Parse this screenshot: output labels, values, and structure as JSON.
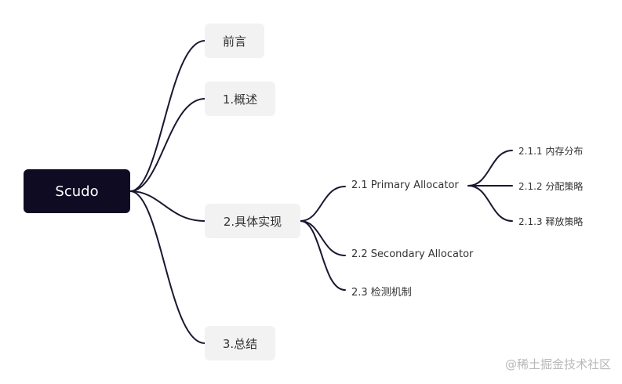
{
  "mindmap": {
    "root": {
      "label": "Scudo"
    },
    "topics": [
      {
        "label": "前言"
      },
      {
        "label": "1.概述"
      },
      {
        "label": "2.具体实现",
        "children": [
          {
            "label": "2.1 Primary Allocator",
            "children": [
              {
                "label": "2.1.1 内存分布"
              },
              {
                "label": "2.1.2 分配策略"
              },
              {
                "label": "2.1.3 释放策略"
              }
            ]
          },
          {
            "label": "2.2 Secondary Allocator"
          },
          {
            "label": "2.3 检测机制"
          }
        ]
      },
      {
        "label": "3.总结"
      }
    ]
  },
  "colors": {
    "root_bg": "#0e0b23",
    "topic_bg": "#f2f2f2",
    "edge": "#1a1730"
  },
  "watermark": "@稀土掘金技术社区"
}
